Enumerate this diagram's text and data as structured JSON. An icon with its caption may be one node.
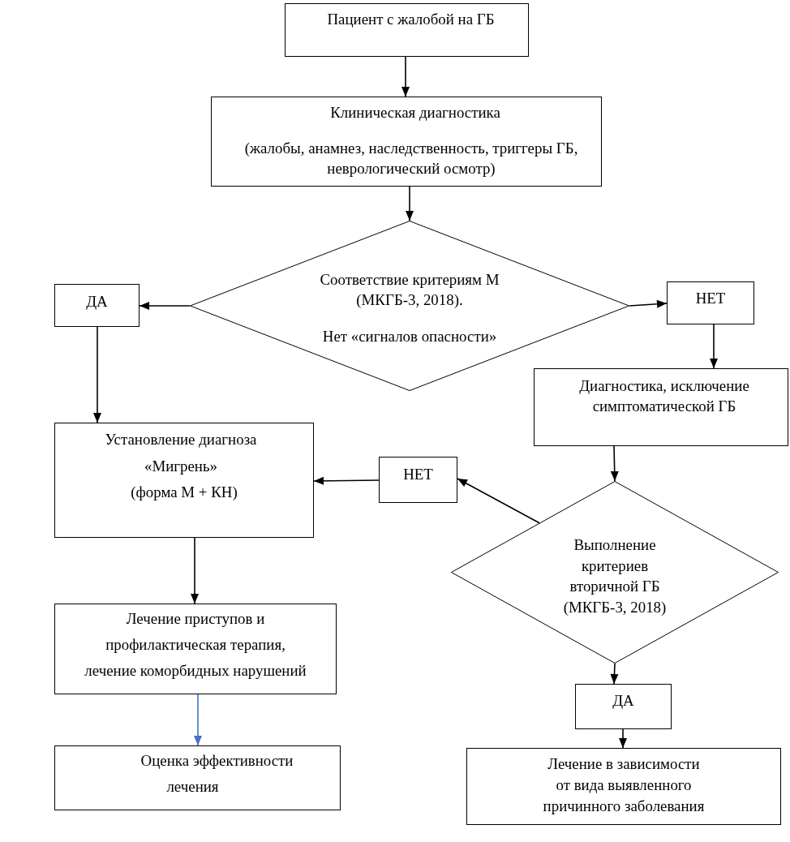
{
  "diagram": {
    "nodes": [
      {
        "text": [
          "Пациент с жалобой на ГБ"
        ]
      },
      {
        "text": [
          "Клиническая диагностика",
          "(жалобы, анамнез, наследственность, триггеры ГБ, неврологический осмотр)"
        ]
      },
      {
        "text": [
          "Соответствие критериям М (МКГБ-3, 2018).",
          "Нет «сигналов опасности»"
        ]
      },
      {
        "text": [
          "ДА"
        ]
      },
      {
        "text": [
          "НЕТ"
        ]
      },
      {
        "text": [
          "Диагностика, исключение симптоматической ГБ"
        ]
      },
      {
        "text": [
          "Установление диагноза «Мигрень»",
          "(форма М + КН)"
        ]
      },
      {
        "text": [
          "НЕТ"
        ]
      },
      {
        "text": [
          "Выполнение критериев вторичной ГБ (МКГБ-3, 2018)"
        ]
      },
      {
        "text": [
          "Лечение приступов и профилактическая терапия, лечение коморбидных нарушений"
        ]
      },
      {
        "text": [
          "ДА"
        ]
      },
      {
        "text": [
          "Оценка эффективности лечения"
        ]
      },
      {
        "text": [
          "Лечение в зависимости от вида выявленного причинного заболевания"
        ]
      }
    ],
    "edges": [
      {
        "from": 0,
        "to": 1,
        "arrow": "to"
      },
      {
        "from": 1,
        "to": 2,
        "arrow": "to"
      },
      {
        "from": 2,
        "to": 3,
        "arrow": "to"
      },
      {
        "from": 2,
        "to": 4,
        "arrow": "to"
      },
      {
        "from": 3,
        "to": 6,
        "arrow": "to"
      },
      {
        "from": 4,
        "to": 5,
        "arrow": "to"
      },
      {
        "from": 5,
        "to": 8,
        "arrow": "to"
      },
      {
        "from": 8,
        "to": 7,
        "arrow": "to"
      },
      {
        "from": 7,
        "to": 6,
        "arrow": "to"
      },
      {
        "from": 6,
        "to": 9,
        "arrow": "to"
      },
      {
        "from": 8,
        "to": 10,
        "arrow": "to"
      },
      {
        "from": 9,
        "to": 11,
        "arrow": "to",
        "color": "#4472c4"
      },
      {
        "from": 10,
        "to": 12,
        "arrow": "to"
      }
    ]
  }
}
